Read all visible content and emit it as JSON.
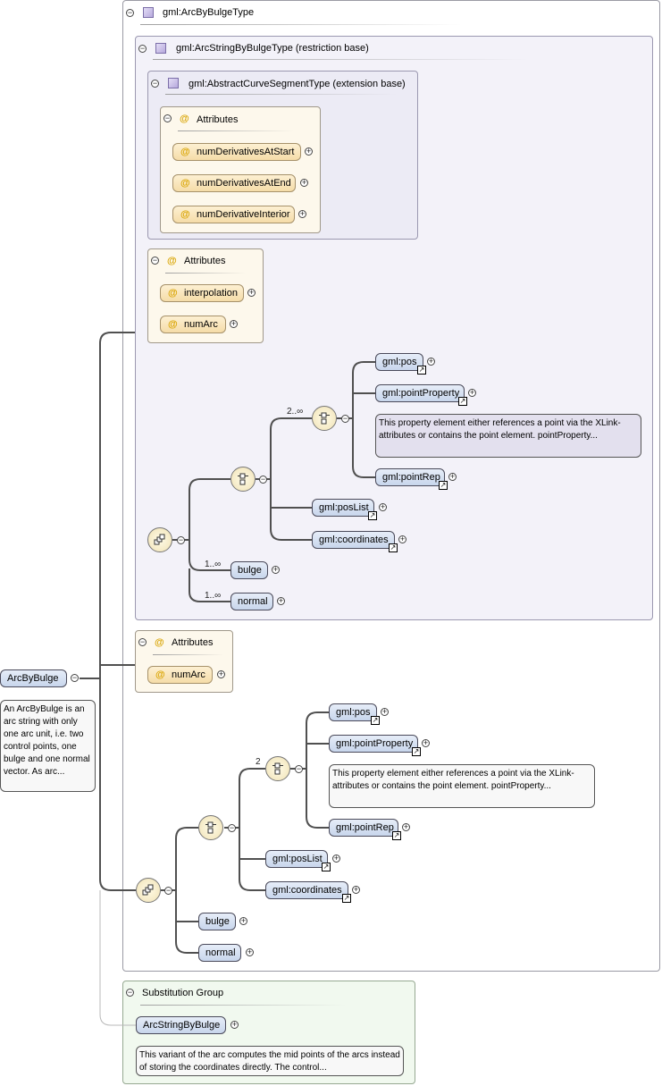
{
  "root": {
    "label": "ArcByBulge",
    "note": "An ArcByBulge is an arc string with only one arc unit, i.e. two control points, one bulge and one normal vector. As arc..."
  },
  "type_box": {
    "title": "gml:ArcByBulgeType"
  },
  "restriction_box": {
    "title": "gml:ArcStringByBulgeType (restriction base)"
  },
  "extension_box": {
    "title": "gml:AbstractCurveSegmentType (extension base)"
  },
  "ext_attributes": {
    "title": "Attributes",
    "items": [
      "numDerivativesAtStart",
      "numDerivativesAtEnd",
      "numDerivativeInterior"
    ]
  },
  "restr_attributes": {
    "title": "Attributes",
    "items": [
      "interpolation",
      "numArc"
    ]
  },
  "restr_model": {
    "choice_multiplicity": "2..∞",
    "choice_items": [
      "gml:pos",
      "gml:pointProperty",
      "gml:pointRep"
    ],
    "point_property_note": "This property element either references a point via the XLink-attributes or contains the point element. pointProperty...",
    "seq_items": [
      "gml:posList",
      "gml:coordinates"
    ],
    "bulge": {
      "label": "bulge",
      "multiplicity": "1..∞"
    },
    "normal": {
      "label": "normal",
      "multiplicity": "1..∞"
    }
  },
  "own_attributes": {
    "title": "Attributes",
    "items": [
      "numArc"
    ]
  },
  "own_model": {
    "choice_multiplicity": "2",
    "choice_items": [
      "gml:pos",
      "gml:pointProperty",
      "gml:pointRep"
    ],
    "point_property_note": "This property element either references a point via the XLink-attributes or contains the point element. pointProperty...",
    "seq_items": [
      "gml:posList",
      "gml:coordinates"
    ],
    "bulge": {
      "label": "bulge"
    },
    "normal": {
      "label": "normal"
    }
  },
  "substitution": {
    "title": "Substitution Group",
    "label": "ArcStringByBulge",
    "note": "This variant of the arc computes the mid points of the arcs instead of storing the coordinates directly. The control..."
  },
  "symbols": {
    "minus": "−",
    "plus": "+",
    "at": "@",
    "ref": "↗"
  },
  "colors": {
    "element_fill": "#c8d6ec",
    "attribute_fill": "#f5dca8",
    "type_panel": "#f3f2f9",
    "substitution_panel": "#f1f9ef"
  }
}
